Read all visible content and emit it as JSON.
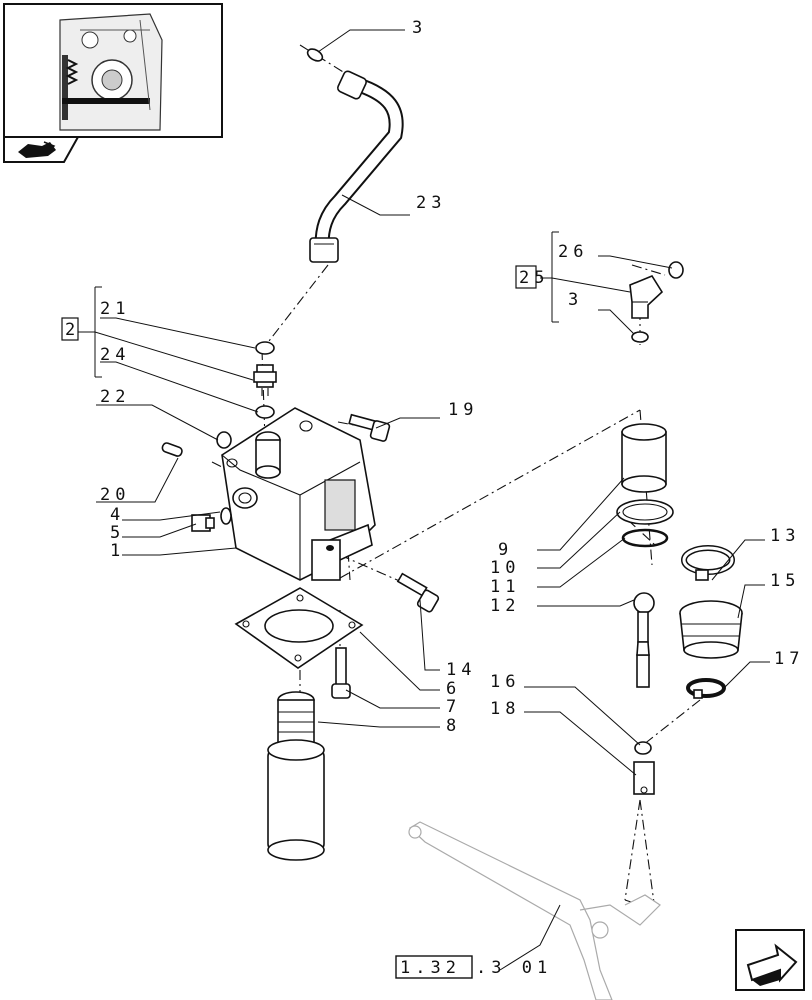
{
  "callouts": {
    "c1": "1",
    "c2": "2",
    "c3a": "3",
    "c3b": "3",
    "c4": "4",
    "c5": "5",
    "c6": "6",
    "c7": "7",
    "c8": "8",
    "c9": "9",
    "c10": "10",
    "c11": "11",
    "c12": "12",
    "c13": "13",
    "c14": "14",
    "c15": "15",
    "c16": "16",
    "c17": "17",
    "c18": "18",
    "c19": "19",
    "c20": "20",
    "c21": "21",
    "c22": "22",
    "c23": "23",
    "c24": "24",
    "c25": "25",
    "c26": "26"
  },
  "reference": {
    "boxed": "1.32",
    "suffix": ".3 01"
  },
  "icons": {
    "thumbnail": "engine-location-thumbnail",
    "section_tab": "tractor-section-icon",
    "nav": "next-page-arrow-icon"
  }
}
